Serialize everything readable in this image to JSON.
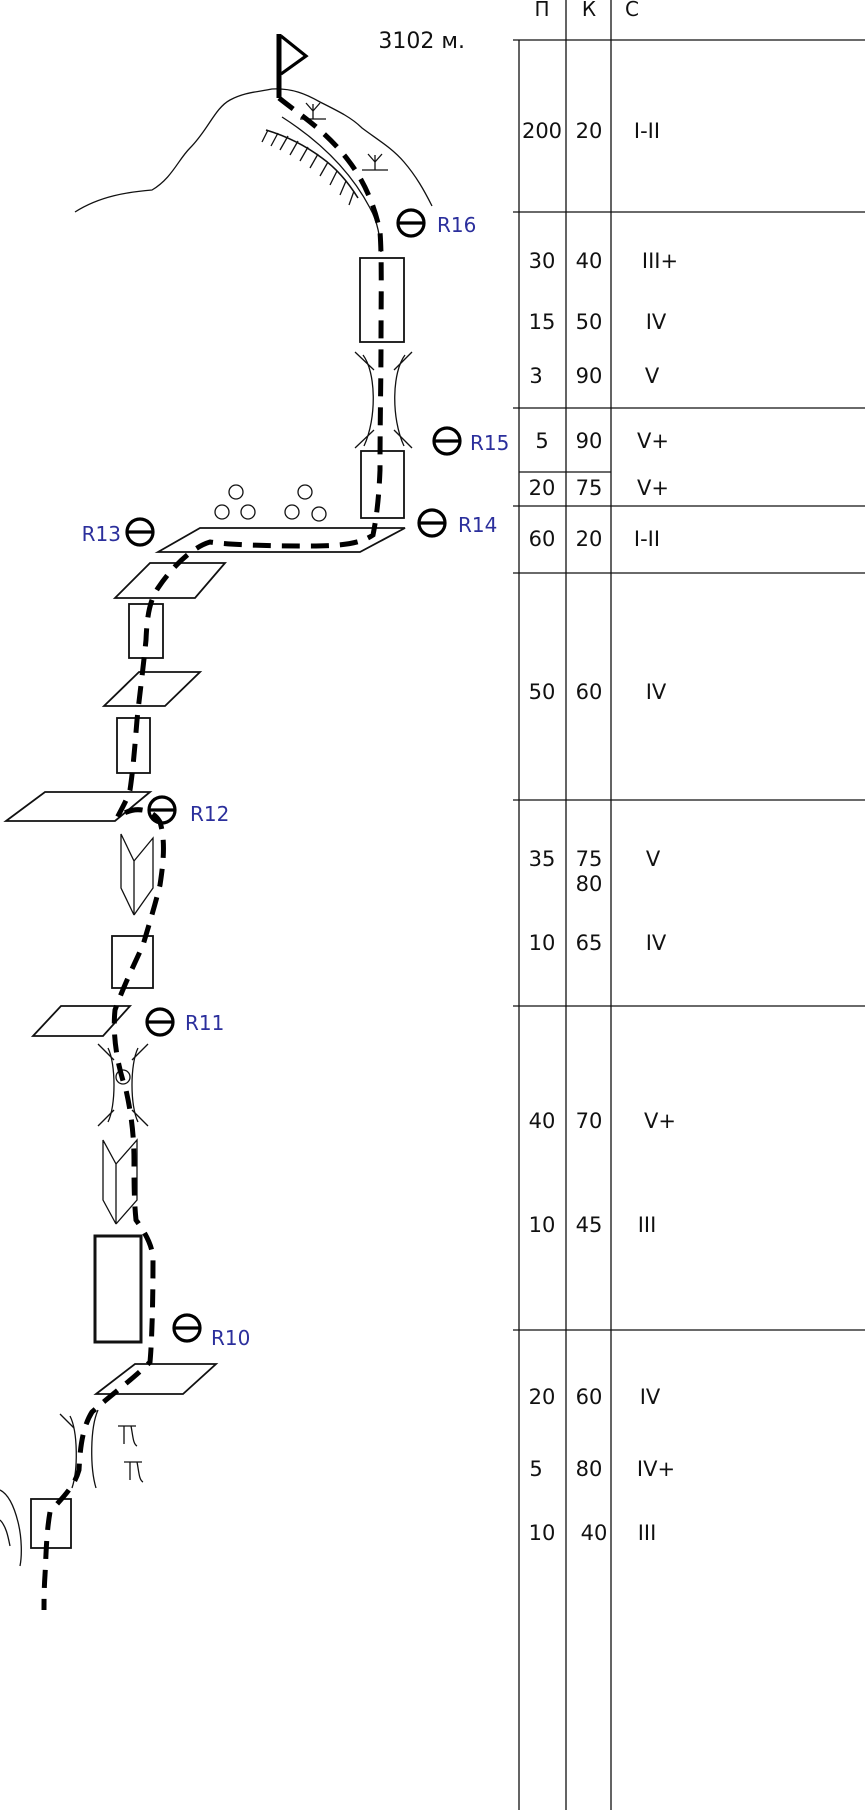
{
  "summit": {
    "altitude_label": "3102 м."
  },
  "colors": {
    "anchor_text": "#2b2f9c",
    "ink": "#111111",
    "background": "#ffffff"
  },
  "icons": [
    "summit-flag-icon",
    "rappel-anchor-icon",
    "hatching-icon",
    "tree-icon",
    "boulder-icon"
  ],
  "table": {
    "headers": [
      "П",
      "К",
      "С"
    ],
    "rows": [
      [
        "200",
        "20",
        "I-II"
      ],
      [
        "30",
        "40",
        "III+"
      ],
      [
        "15",
        "50",
        "IV"
      ],
      [
        "3",
        "90",
        "V"
      ],
      [
        "5",
        "90",
        "V+"
      ],
      [
        "20",
        "75",
        "V+"
      ],
      [
        "60",
        "20",
        "I-II"
      ],
      [
        "50",
        "60",
        "IV"
      ],
      [
        "35",
        "75\n80",
        "V"
      ],
      [
        "10",
        "65",
        "IV"
      ],
      [
        "40",
        "70",
        "V+"
      ],
      [
        "10",
        "45",
        "III"
      ],
      [
        "20",
        "60",
        "IV"
      ],
      [
        "5",
        "80",
        "IV+"
      ],
      [
        "10",
        "40",
        "III"
      ]
    ]
  },
  "anchors": [
    "R16",
    "R15",
    "R14",
    "R13",
    "R12",
    "R11",
    "R10"
  ]
}
